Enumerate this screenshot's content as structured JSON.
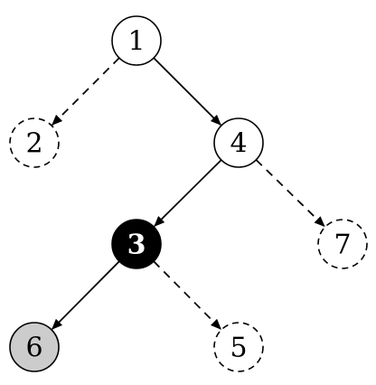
{
  "diagram": {
    "nodes": [
      {
        "id": "n1",
        "label": "1",
        "style": "plain",
        "border": "solid"
      },
      {
        "id": "n2",
        "label": "2",
        "style": "plain",
        "border": "dashed"
      },
      {
        "id": "n4",
        "label": "4",
        "style": "plain",
        "border": "solid"
      },
      {
        "id": "n3",
        "label": "3",
        "style": "black",
        "border": "solid"
      },
      {
        "id": "n7",
        "label": "7",
        "style": "plain",
        "border": "dashed"
      },
      {
        "id": "n6",
        "label": "6",
        "style": "gray",
        "border": "solid"
      },
      {
        "id": "n5",
        "label": "5",
        "style": "plain",
        "border": "dashed"
      }
    ],
    "edges": [
      {
        "from": "n1",
        "to": "n2",
        "line": "dashed"
      },
      {
        "from": "n1",
        "to": "n4",
        "line": "solid"
      },
      {
        "from": "n4",
        "to": "n3",
        "line": "solid"
      },
      {
        "from": "n4",
        "to": "n7",
        "line": "dashed"
      },
      {
        "from": "n3",
        "to": "n6",
        "line": "solid"
      },
      {
        "from": "n3",
        "to": "n5",
        "line": "dashed"
      }
    ],
    "colors": {
      "stroke": "#000000",
      "black_fill": "#000000",
      "black_text": "#ffffff",
      "gray_fill": "#cccccc",
      "plain_fill": "#ffffff",
      "text": "#000000"
    }
  }
}
